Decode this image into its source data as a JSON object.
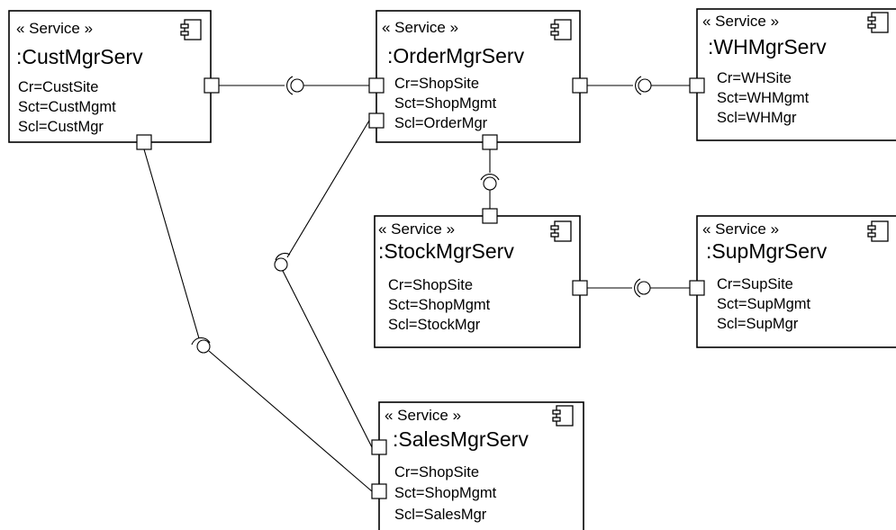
{
  "diagram": {
    "stereotype": "« Service »",
    "components": [
      {
        "id": "cust",
        "name": ":CustMgrServ",
        "props": [
          "Cr=CustSite",
          "Sct=CustMgmt",
          "Scl=CustMgr"
        ]
      },
      {
        "id": "order",
        "name": ":OrderMgrServ",
        "props": [
          "Cr=ShopSite",
          "Sct=ShopMgmt",
          "Scl=OrderMgr"
        ]
      },
      {
        "id": "wh",
        "name": ":WHMgrServ",
        "props": [
          "Cr=WHSite",
          "Sct=WHMgmt",
          "Scl=WHMgr"
        ]
      },
      {
        "id": "stock",
        "name": ":StockMgrServ",
        "props": [
          "Cr=ShopSite",
          "Sct=ShopMgmt",
          "Scl=StockMgr"
        ]
      },
      {
        "id": "sup",
        "name": ":SupMgrServ",
        "props": [
          "Cr=SupSite",
          "Sct=SupMgmt",
          "Scl=SupMgr"
        ]
      },
      {
        "id": "sales",
        "name": ":SalesMgrServ",
        "props": [
          "Cr=ShopSite",
          "Sct=ShopMgmt",
          "Scl=SalesMgr"
        ]
      }
    ],
    "connectors": [
      {
        "from": "cust",
        "to": "order",
        "interface": "assembly"
      },
      {
        "from": "order",
        "to": "wh",
        "interface": "assembly"
      },
      {
        "from": "order",
        "to": "stock",
        "interface": "assembly"
      },
      {
        "from": "stock",
        "to": "sup",
        "interface": "assembly"
      },
      {
        "from": "order",
        "to": "sales",
        "interface": "assembly"
      },
      {
        "from": "cust",
        "to": "sales",
        "interface": "assembly"
      }
    ],
    "icons": {
      "component": "component-icon",
      "port": "port-square",
      "interface": "ball-and-socket"
    }
  }
}
